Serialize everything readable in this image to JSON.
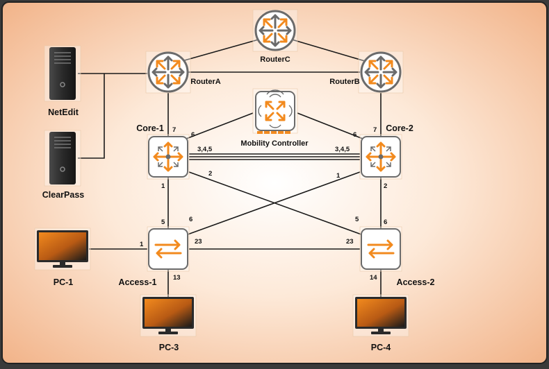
{
  "colors": {
    "orange": "#f28a1e",
    "link": "#1a1a1a",
    "label": "#111111",
    "router_fill": "#ffffff",
    "router_ring": "#6b6b6b",
    "monitor_frame": "#2a2a2a",
    "server_body": "#2b2b2b"
  },
  "devices": {
    "routerC": {
      "label": "RouterC"
    },
    "routerA": {
      "label": "RouterA"
    },
    "routerB": {
      "label": "RouterB"
    },
    "mobility": {
      "label": "Mobility Controller"
    },
    "core1": {
      "label": "Core-1"
    },
    "core2": {
      "label": "Core-2"
    },
    "access1": {
      "label": "Access-1"
    },
    "access2": {
      "label": "Access-2"
    },
    "netedit": {
      "label": "NetEdit"
    },
    "clearpass": {
      "label": "ClearPass"
    },
    "pc1": {
      "label": "PC-1"
    },
    "pc3": {
      "label": "PC-3"
    },
    "pc4": {
      "label": "PC-4"
    }
  },
  "ports": {
    "core1_up": "7",
    "core1_mc": "6",
    "core2_mc": "6",
    "core2_up": "7",
    "core1_lag": "3,4,5",
    "core2_lag": "3,4,5",
    "core1_p2": "2",
    "core1_p1": "1",
    "core2_p1": "1",
    "core2_p2": "2",
    "acc1_p5": "5",
    "acc1_p6": "6",
    "acc2_p5": "5",
    "acc2_p6": "6",
    "acc1_p1": "1",
    "acc1_p23": "23",
    "acc2_p23": "23",
    "acc1_p13": "13",
    "acc2_p14": "14"
  }
}
